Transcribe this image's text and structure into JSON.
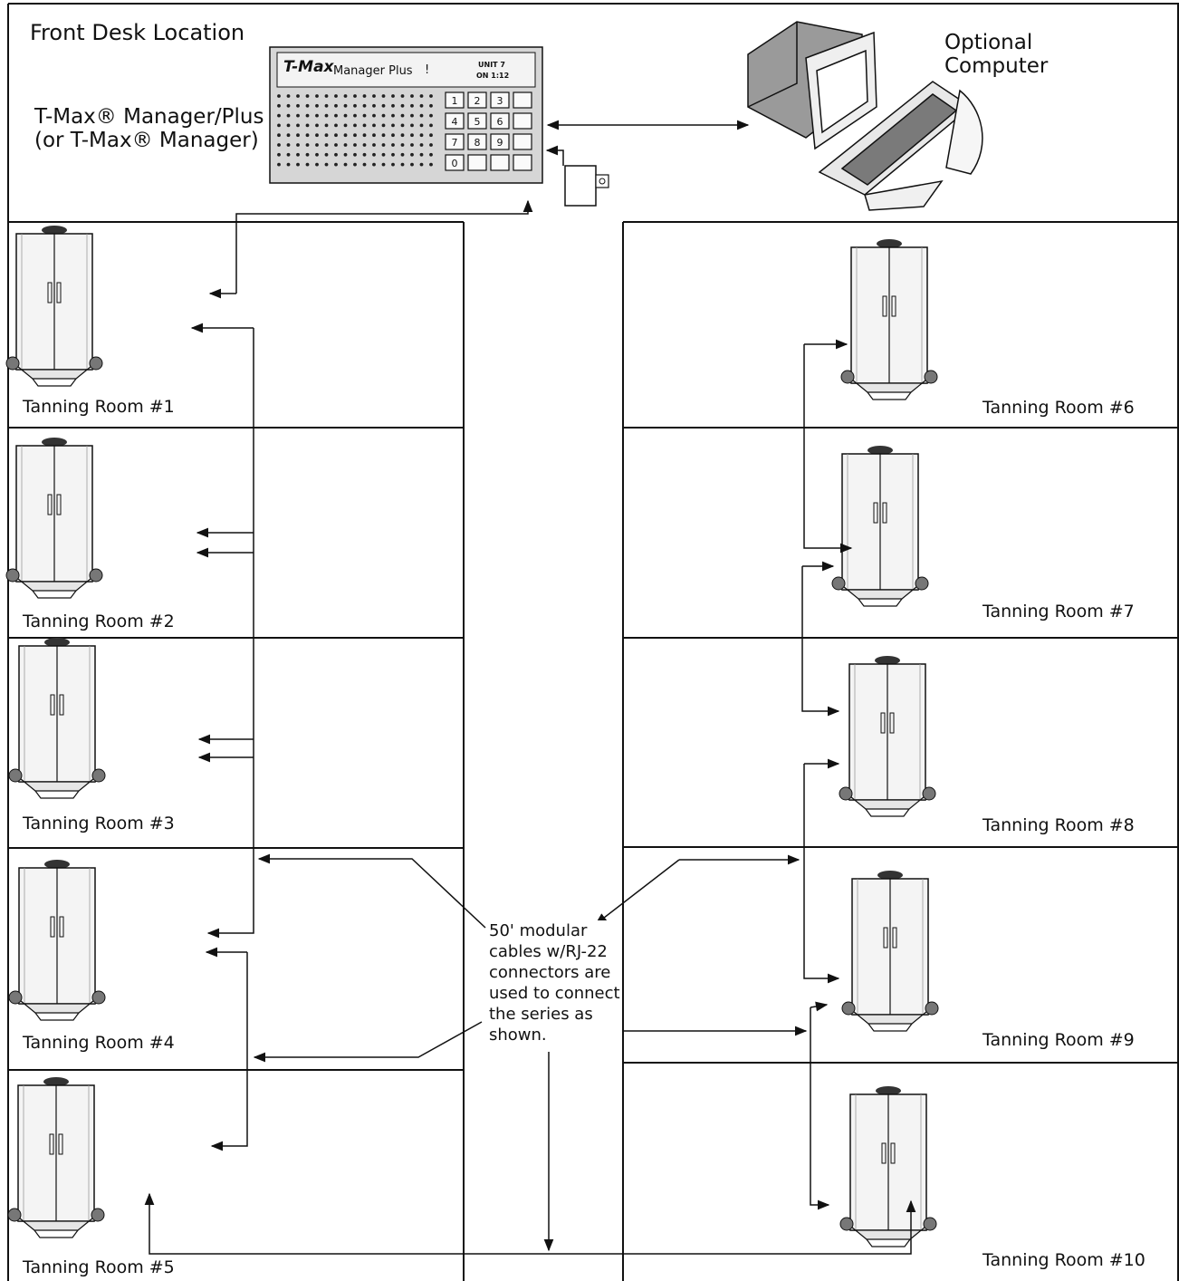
{
  "front_desk_label": "Front Desk Location",
  "manager_label_line1": "T-Max® Manager/Plus",
  "manager_label_line2": "(or T-Max® Manager)",
  "computer_label_line1": "Optional",
  "computer_label_line2": "Computer",
  "manager_device": {
    "brand": "T-Max",
    "model": "Manager Plus",
    "alert": "!",
    "display_line1": "UNIT 7",
    "display_line2": "ON 1:12",
    "keys": [
      "1",
      "2",
      "3",
      "",
      "4",
      "5",
      "6",
      "",
      "7",
      "8",
      "9",
      "",
      "0",
      "",
      "",
      ""
    ]
  },
  "rooms": [
    {
      "label": "Tanning Room #1"
    },
    {
      "label": "Tanning Room #2"
    },
    {
      "label": "Tanning Room #3"
    },
    {
      "label": "Tanning Room #4"
    },
    {
      "label": "Tanning Room #5"
    },
    {
      "label": "Tanning Room #6"
    },
    {
      "label": "Tanning Room #7"
    },
    {
      "label": "Tanning Room #8"
    },
    {
      "label": "Tanning Room #9"
    },
    {
      "label": "Tanning Room #10"
    }
  ],
  "cable_note": [
    "50' modular",
    "cables w/RJ-22",
    "connectors are",
    "used to connect",
    "the series as",
    "shown."
  ],
  "colors": {
    "line": "#111111",
    "booth": "#f4f4f4",
    "device": "#d6d6d6"
  }
}
